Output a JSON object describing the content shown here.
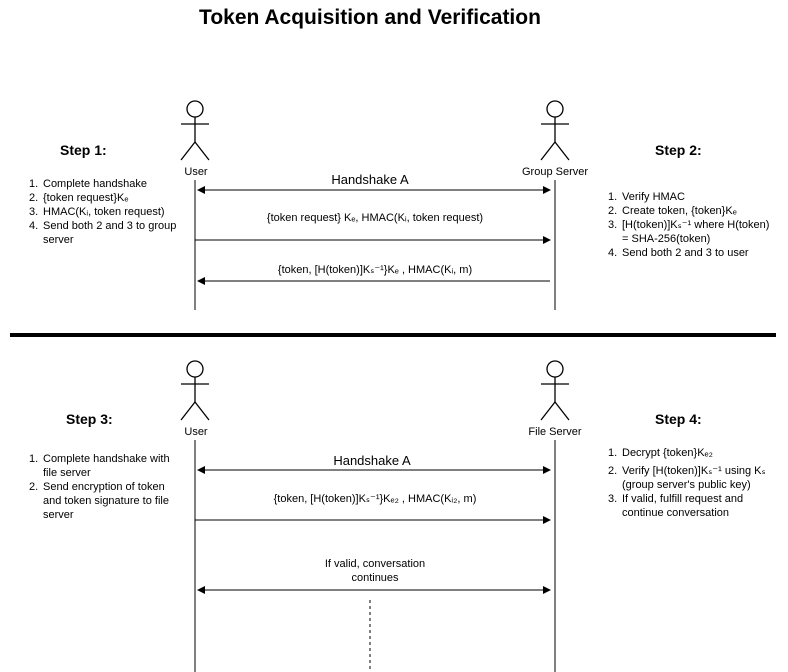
{
  "title": "Token Acquisition and Verification",
  "section1": {
    "actor_left": "User",
    "actor_right": "Group Server",
    "step_left": {
      "heading": "Step 1:",
      "items": [
        "Complete handshake",
        "{token request}Kₑ",
        "HMAC(Kᵢ, token request)",
        "Send both 2 and 3 to group server"
      ]
    },
    "step_right": {
      "heading": "Step 2:",
      "items": [
        "Verify HMAC",
        "Create token, {token}Kₑ",
        "[H(token)]Kₛ⁻¹ where H(token) = SHA-256(token)",
        "Send both 2 and 3 to user"
      ]
    },
    "messages": [
      {
        "text": "Handshake A"
      },
      {
        "text": "{token request} Kₑ, HMAC(Kᵢ, token request)"
      },
      {
        "text": "{token, [H(token)]Kₛ⁻¹}Kₑ , HMAC(Kᵢ, m)"
      }
    ]
  },
  "section2": {
    "actor_left": "User",
    "actor_right": "File Server",
    "step_left": {
      "heading": "Step 3:",
      "items": [
        "Complete handshake with file server",
        "Send encryption of token and token signature to file server"
      ]
    },
    "step_right": {
      "heading": "Step 4:",
      "items": [
        "Decrypt {token}Kₑ₂",
        "Verify [H(token)]Kₛ⁻¹ using Kₛ (group server's public key)",
        "If valid, fulfill request and continue conversation"
      ]
    },
    "messages": [
      {
        "text": "Handshake A"
      },
      {
        "text": "{token, [H(token)]Kₛ⁻¹}Kₑ₂ , HMAC(Kᵢ₂, m)"
      },
      {
        "text": "If valid, conversation continues"
      }
    ]
  }
}
